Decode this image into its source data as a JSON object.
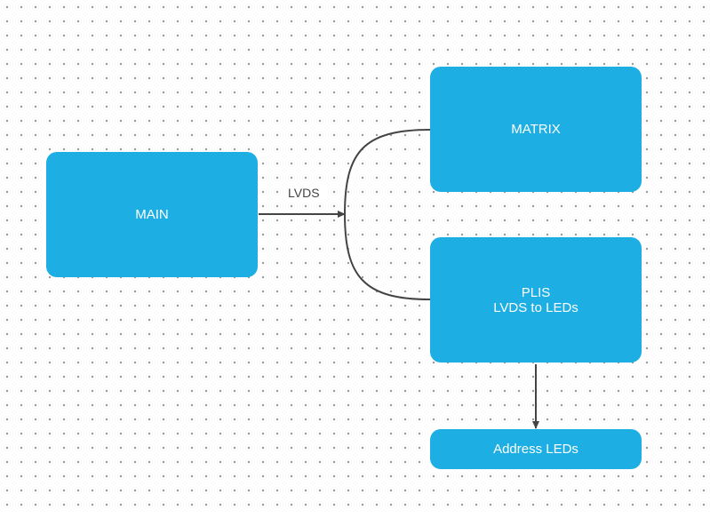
{
  "diagram": {
    "node_color": "#1daee3",
    "edge_color": "#444444",
    "nodes": {
      "main": {
        "label": "MAIN"
      },
      "matrix": {
        "label": "MATRIX"
      },
      "plis": {
        "line1": "PLIS",
        "line2": "LVDS to LEDs"
      },
      "address_leds": {
        "label": "Address LEDs"
      }
    },
    "edges": {
      "main_to_split": {
        "label": "LVDS"
      }
    }
  }
}
